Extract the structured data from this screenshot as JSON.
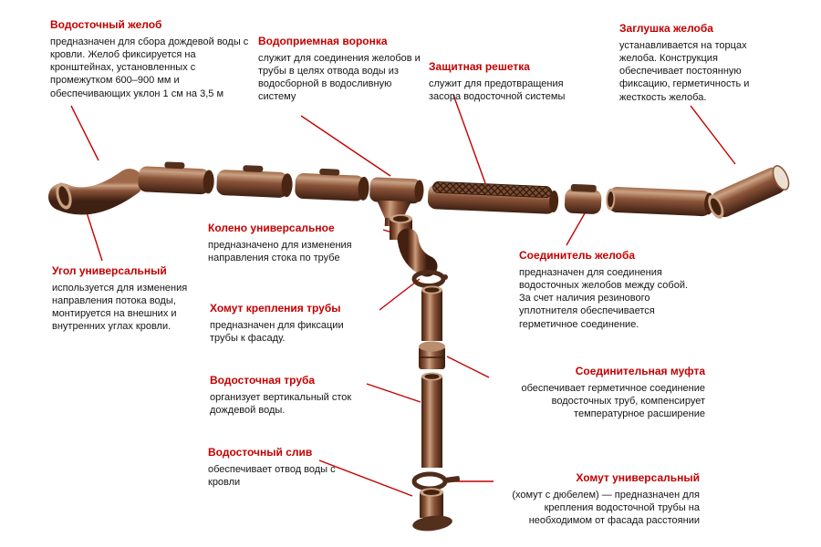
{
  "diagram": {
    "background": "#ffffff",
    "accent_red": "#c40000",
    "text_color": "#151515",
    "pipe_brown_dark": "#43200f",
    "pipe_brown_mid": "#8a5338",
    "pipe_brown_light": "#c99f80",
    "labels": [
      {
        "id": "gutter",
        "title": "Водосточный желоб",
        "desc": "предназначен для сбора дождевой воды с кровли. Желоб фиксируется на кронштейнах, установленных с промежутком 600–900 мм и обеспечивающих уклон 1 см на 3,5 м"
      },
      {
        "id": "funnel",
        "title": "Водоприемная воронка",
        "desc": "служит для соединения желобов и трубы в целях отвода воды из водосборной в водосливную систему"
      },
      {
        "id": "grate",
        "title": "Защитная решетка",
        "desc": "служит для предотвращения засора водосточной системы"
      },
      {
        "id": "endcap",
        "title": "Заглушка желоба",
        "desc": "устанавливается на торцах желоба. Конструкция обеспечивает постоянную фиксацию, герметичность и жесткость желоба."
      },
      {
        "id": "elbow",
        "title": "Колено универсальное",
        "desc": "предназначено для изменения направления стока по трубе"
      },
      {
        "id": "corner",
        "title": "Угол универсальный",
        "desc": "используется для изменения направления потока воды, монтируется на внешних и внутренних углах кровли."
      },
      {
        "id": "pipe-clamp",
        "title": "Хомут крепления трубы",
        "desc": "предназначен для фиксации трубы к фасаду."
      },
      {
        "id": "gutter-connector",
        "title": "Соединитель желоба",
        "desc": "предназначен для соединения водосточных желобов между собой. За счет наличия резинового уплотнителя обеспечивается герметичное соединение."
      },
      {
        "id": "downpipe",
        "title": "Водосточная труба",
        "desc": "организует вертикальный сток дождевой воды."
      },
      {
        "id": "coupling",
        "title": "Соединительная муфта",
        "desc": "обеспечивает герметичное соединение водосточных труб, компенсирует температурное расширение"
      },
      {
        "id": "outlet",
        "title": "Водосточный слив",
        "desc": "обеспечивает отвод воды с кровли"
      },
      {
        "id": "universal-clamp",
        "title": "Хомут универсальный",
        "desc": "(хомут с дюбелем) — предназначен для крепления водосточной трубы на необходимом от фасада расстоянии"
      }
    ]
  }
}
